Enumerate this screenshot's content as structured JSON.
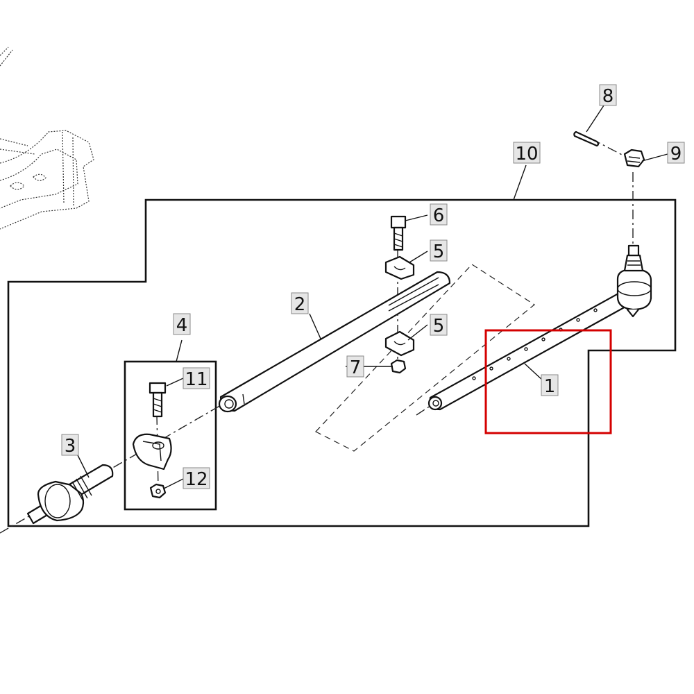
{
  "diagram": {
    "callouts": [
      {
        "id": "c1",
        "label": "1"
      },
      {
        "id": "c2",
        "label": "2"
      },
      {
        "id": "c3",
        "label": "3"
      },
      {
        "id": "c4",
        "label": "4"
      },
      {
        "id": "c5a",
        "label": "5"
      },
      {
        "id": "c5b",
        "label": "5"
      },
      {
        "id": "c6",
        "label": "6"
      },
      {
        "id": "c7",
        "label": "7"
      },
      {
        "id": "c8",
        "label": "8"
      },
      {
        "id": "c9",
        "label": "9"
      },
      {
        "id": "c10",
        "label": "10"
      },
      {
        "id": "c11",
        "label": "11"
      },
      {
        "id": "c12",
        "label": "12"
      }
    ],
    "highlight_color": "#d40000",
    "line_color": "#111111"
  }
}
